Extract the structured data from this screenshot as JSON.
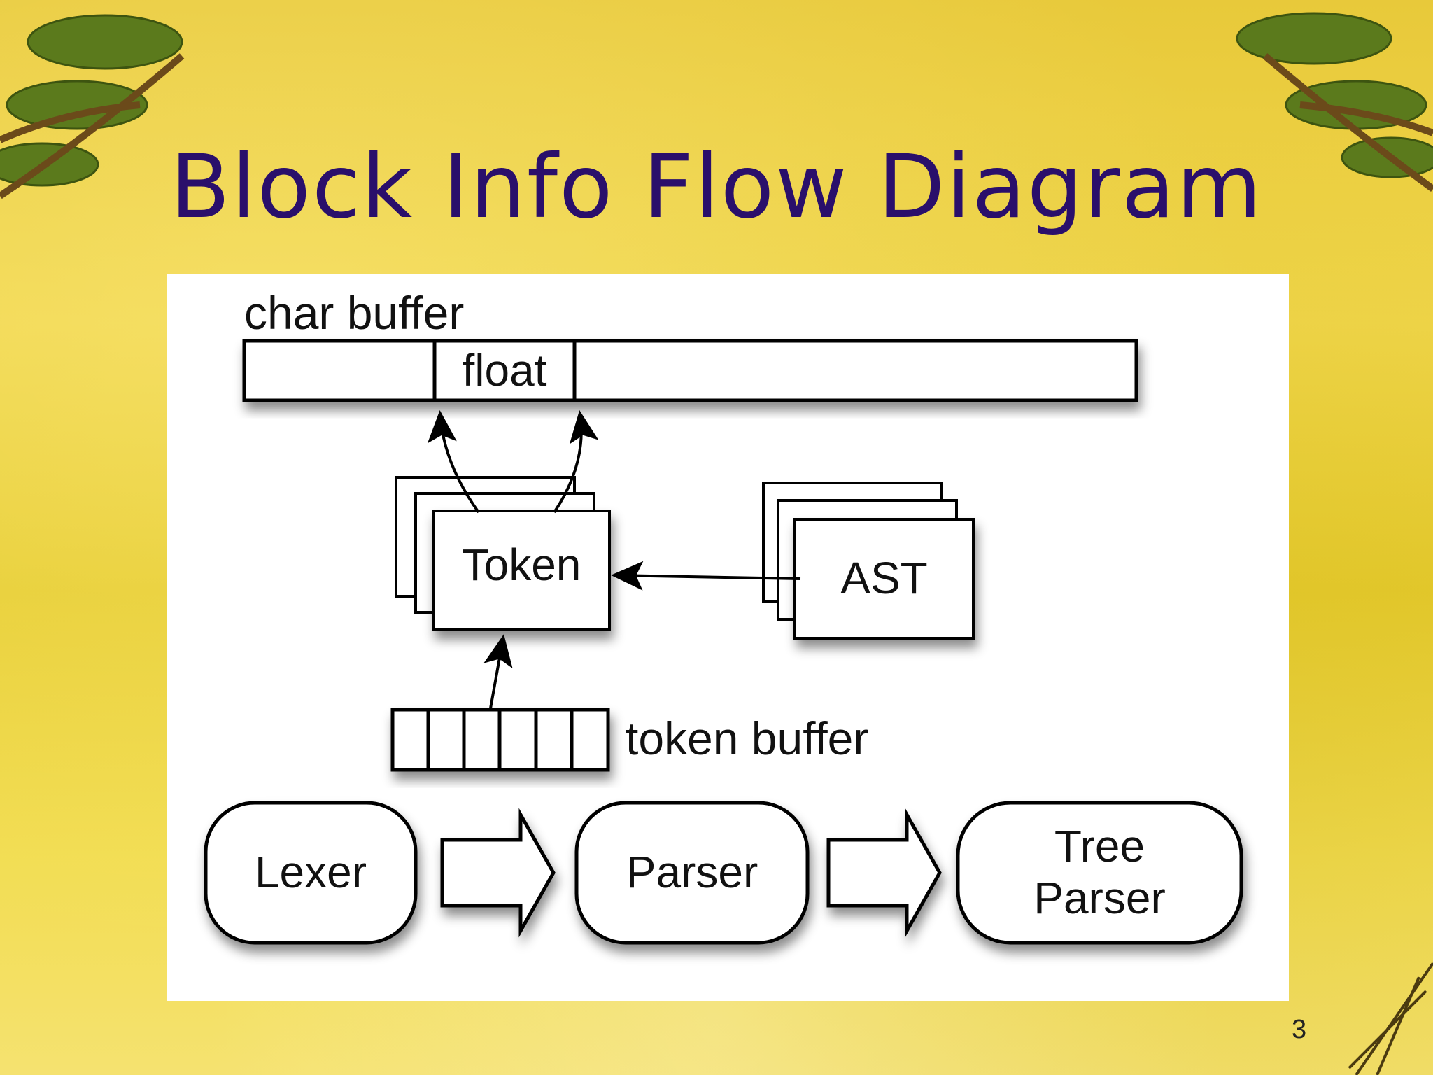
{
  "slide": {
    "title": "Block Info Flow Diagram",
    "page_number": "3"
  },
  "diagram": {
    "char_buffer_label": "char buffer",
    "float_label": "float",
    "token_label": "Token",
    "ast_label": "AST",
    "token_buffer_label": "token buffer",
    "lexer_label": "Lexer",
    "parser_label": "Parser",
    "tree_parser_line1": "Tree",
    "tree_parser_line2": "Parser"
  },
  "colors": {
    "title": "#2a0f6b",
    "background": "#e8c93a",
    "pine": "#5a7a1a"
  }
}
